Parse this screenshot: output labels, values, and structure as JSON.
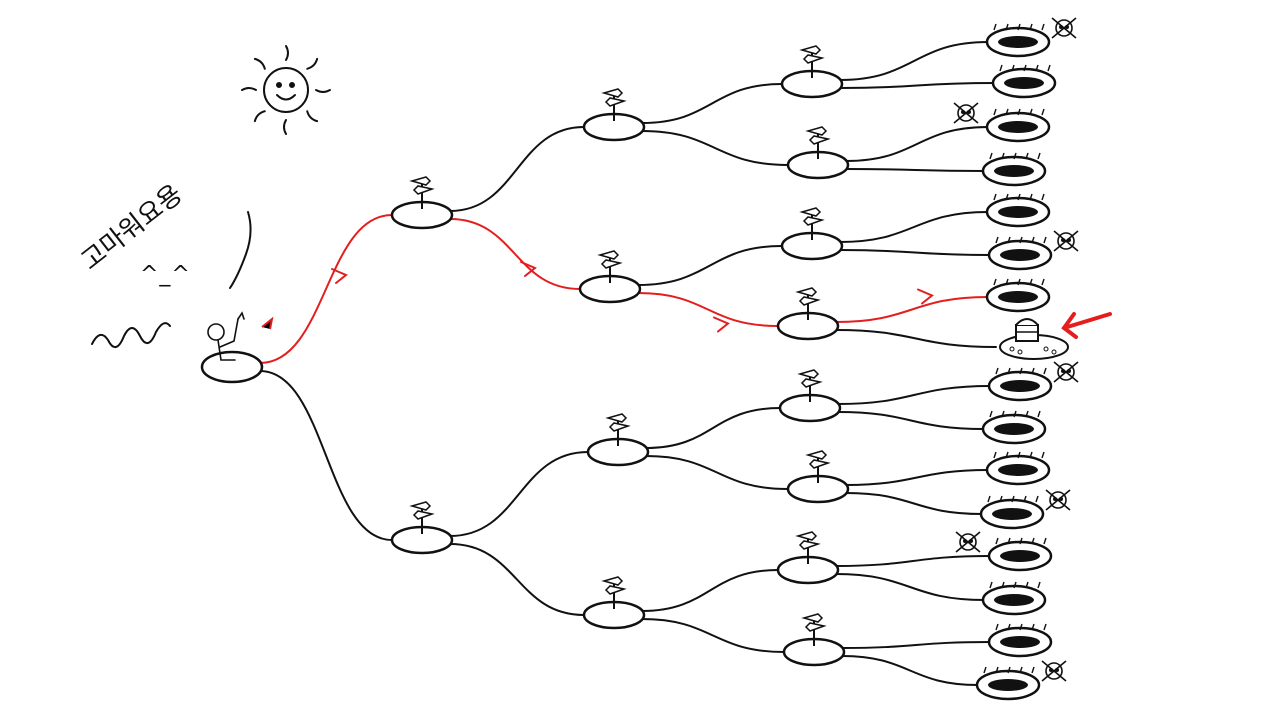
{
  "texts": {
    "korean_message": "고마워요용",
    "smiley": "^_^"
  },
  "colors": {
    "ink": "#111111",
    "highlight_path": "#e41e1e",
    "paper": "#ffffff"
  },
  "tree": {
    "levels": 5,
    "branching": 2,
    "leaf_count": 16,
    "root_figure": "waving-stick-person-icon",
    "signpost_icon": "signpost-icon",
    "leaf_icon": "hole-icon",
    "treasure_leaf_index": 7,
    "skull_leaf_indices": [
      0,
      2,
      5,
      8,
      11,
      12,
      15
    ],
    "highlighted_path": [
      0,
      0,
      1,
      1,
      0
    ]
  },
  "decor": {
    "sun": "smiling-sun-icon",
    "pointer": "red-arrow-icon",
    "direction_marks": "chevron-right-icon"
  }
}
